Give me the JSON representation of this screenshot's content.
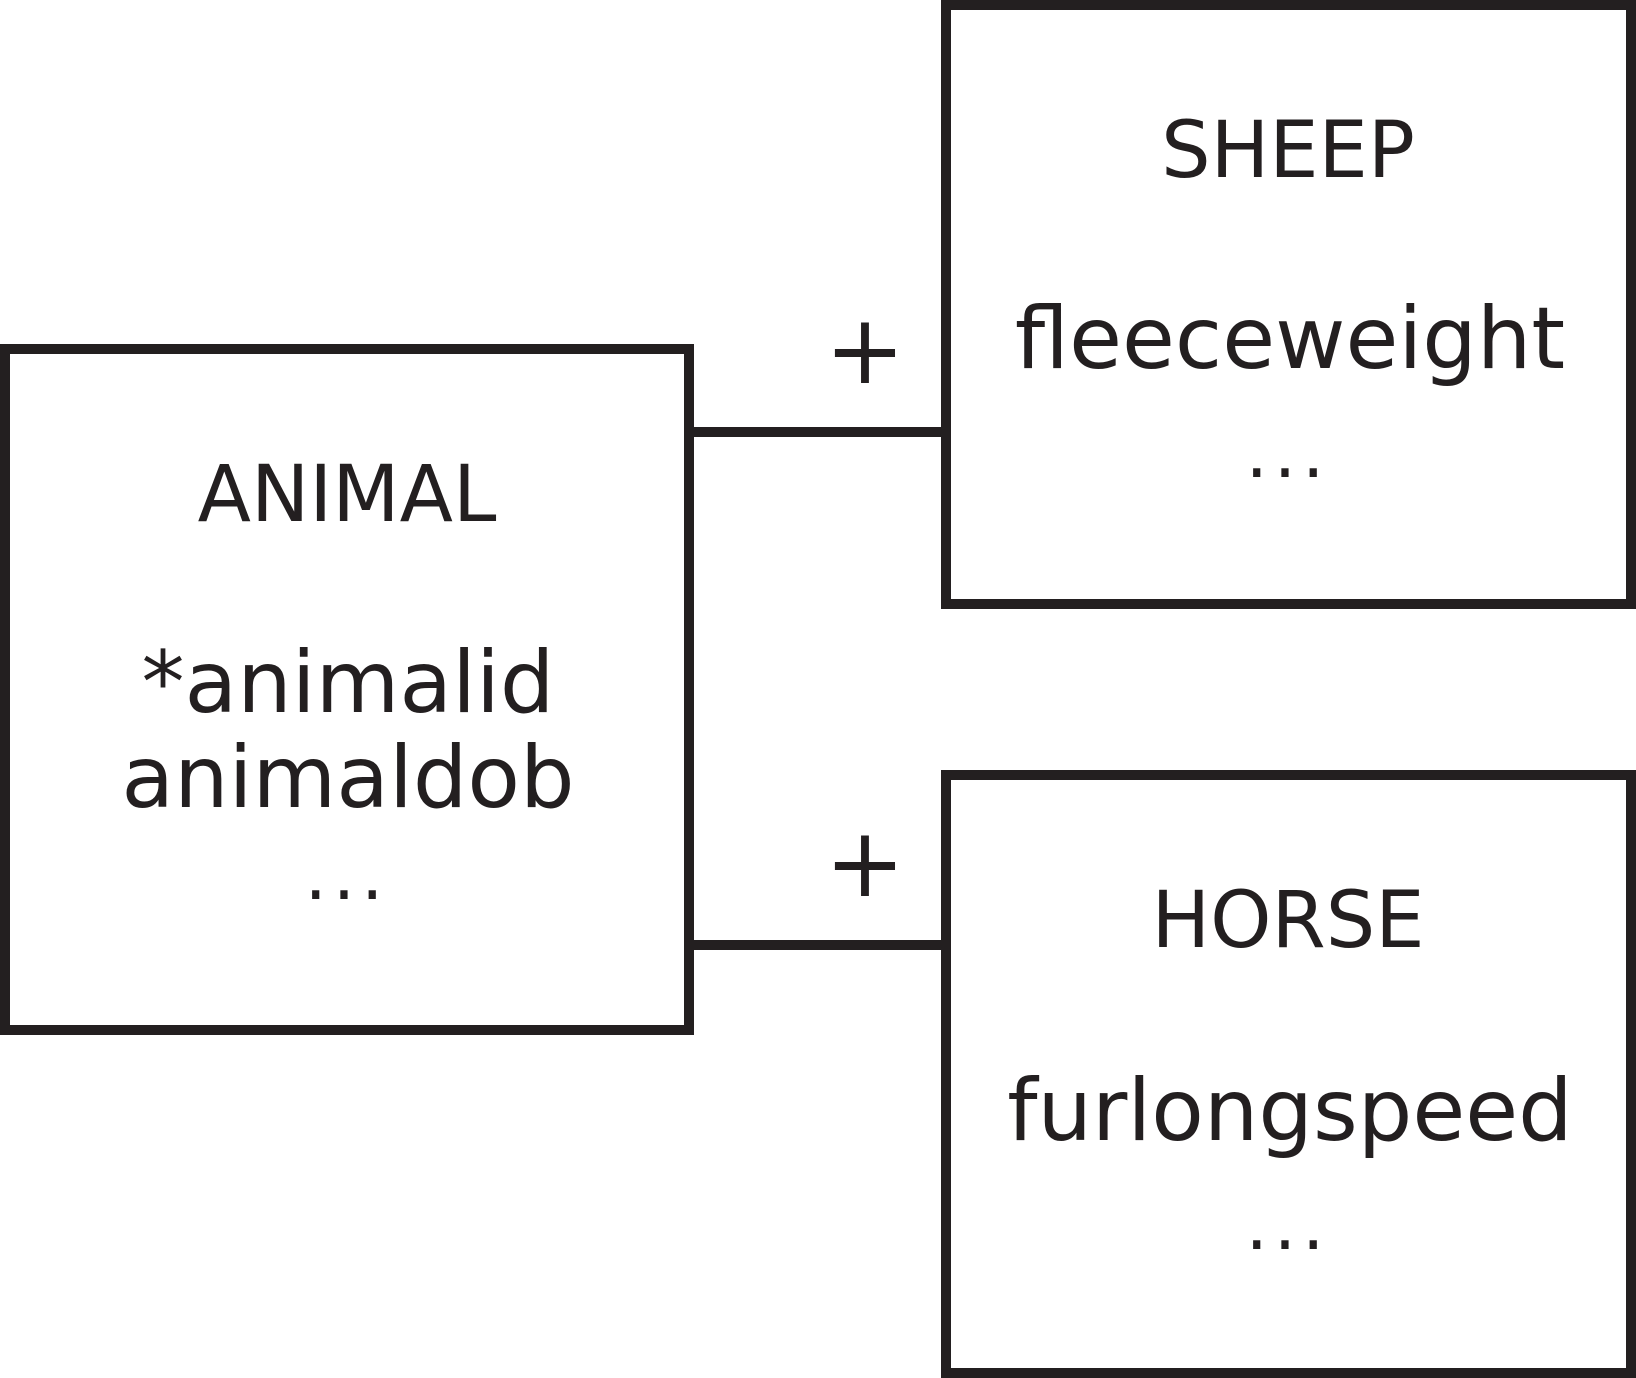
{
  "colors": {
    "line": "#231f20",
    "background": "#ffffff"
  },
  "entities": [
    {
      "name": "ANIMAL",
      "attributes": [
        "*animalid",
        "animaldob"
      ],
      "more": "..."
    },
    {
      "name": "SHEEP",
      "attributes": [
        "fleeceweight"
      ],
      "more": "..."
    },
    {
      "name": "HORSE",
      "attributes": [
        "furlongspeed"
      ],
      "more": "..."
    }
  ],
  "relationships": [
    {
      "from": "ANIMAL",
      "to": "SHEEP",
      "symbol": "+"
    },
    {
      "from": "ANIMAL",
      "to": "HORSE",
      "symbol": "+"
    }
  ]
}
